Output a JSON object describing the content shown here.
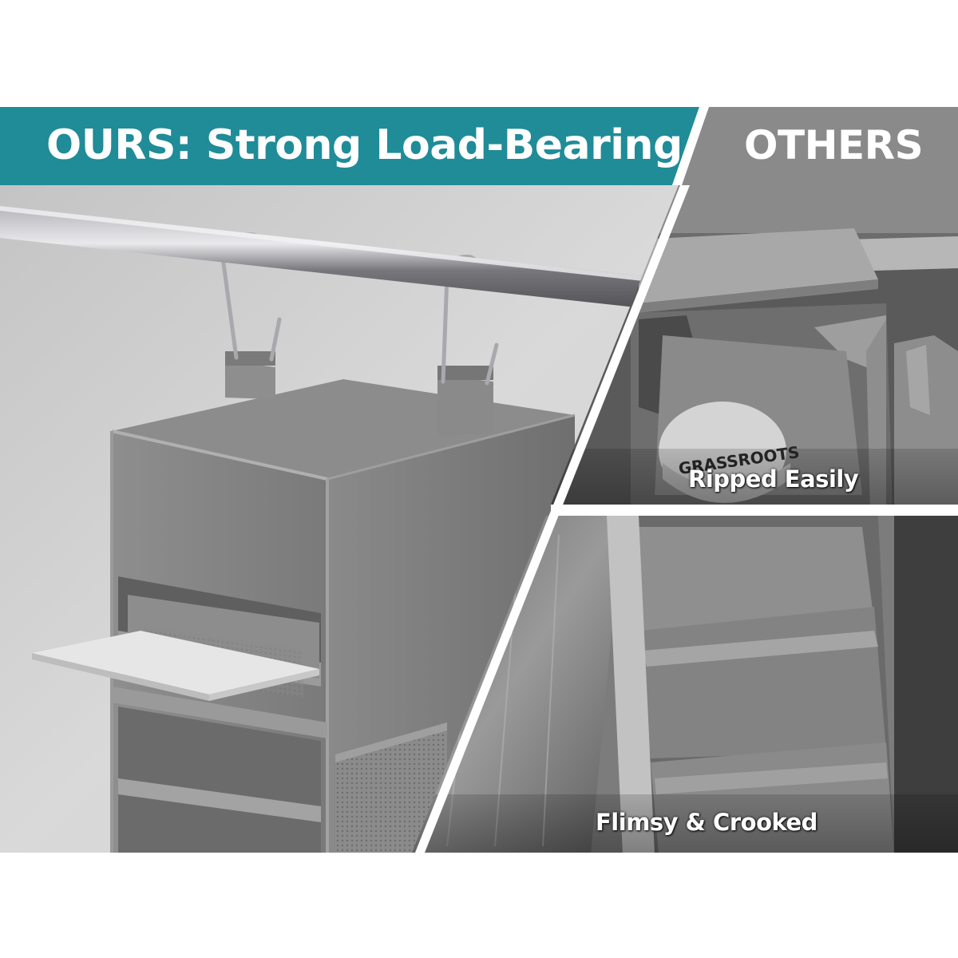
{
  "banner": {
    "ours_label": "OURS: Strong Load-Bearing",
    "others_label": "OTHERS"
  },
  "panels": {
    "others_top_caption": "Ripped Easily",
    "others_bottom_caption": "Flimsy & Crooked"
  },
  "colors": {
    "ours_banner": "#1f8c98",
    "others_banner": "#8a8a8a",
    "background": "#ffffff",
    "organizer_fabric": "#7e7e7e",
    "rod": "#6e6e72"
  },
  "cap_print": "GRASSROOTS"
}
